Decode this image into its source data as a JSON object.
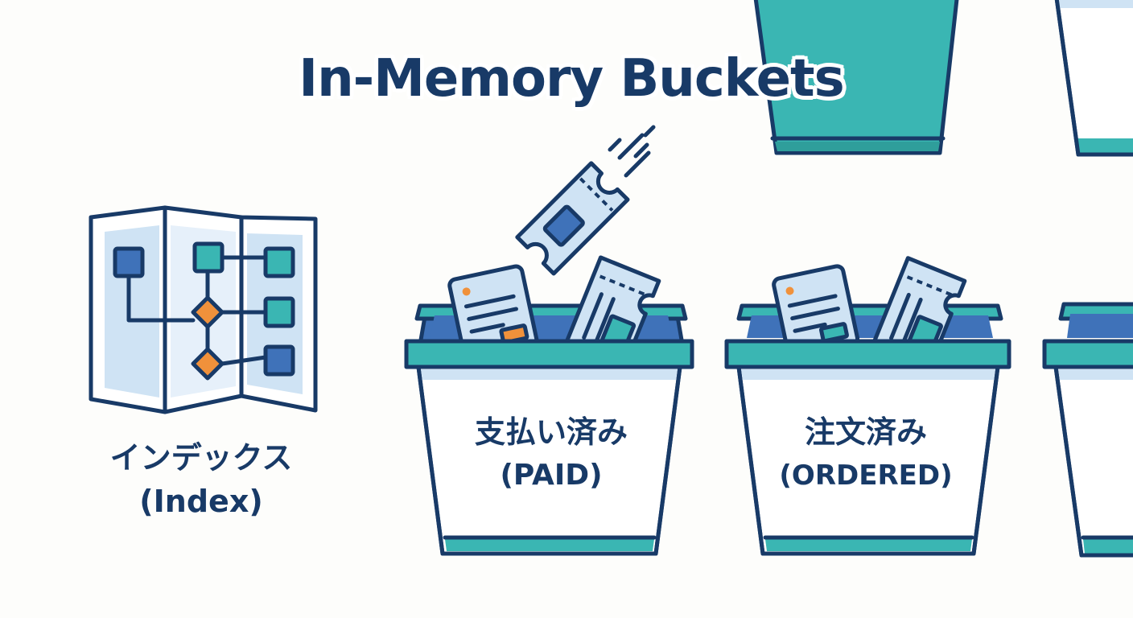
{
  "title": "In-Memory Buckets",
  "index": {
    "label_ja": "インデックス",
    "label_en": "(Index)"
  },
  "buckets": [
    {
      "label_ja": "支払い済み",
      "label_en": "(PAID)"
    },
    {
      "label_ja": "注文済み",
      "label_en": "(ORDERED)"
    }
  ],
  "colors": {
    "outline": "#183a67",
    "teal": "#3ab6b3",
    "blue": "#3f72b9",
    "light_blue": "#cfe3f4",
    "orange": "#f0913b",
    "background": "#fdfdfb"
  }
}
